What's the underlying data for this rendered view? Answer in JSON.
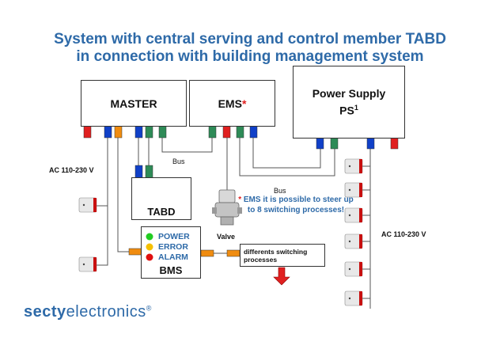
{
  "title": {
    "line1": "System with central serving and control member TABD",
    "line2": "in connection with building management system"
  },
  "boxes": {
    "master": "MASTER",
    "ems": "EMS",
    "ems_star": "*",
    "ps_line1": "Power Supply",
    "ps_line2": "PS",
    "ps_sup": "1",
    "tabd": "TABD",
    "bms": "BMS",
    "switching": "differents switching processes"
  },
  "labels": {
    "ac_left": "AC 110-230 V",
    "ac_right": "AC 110-230 V",
    "bus1": "Bus",
    "bus2": "Bus",
    "valve": "Valve"
  },
  "bms_status": [
    "POWER",
    "ERROR",
    "ALARM"
  ],
  "note": {
    "star": "*",
    "text": "EMS it is possible to steer up to 8 switching processes!"
  },
  "logo": {
    "part1": "secty",
    "part2": "electronics",
    "mark": "®"
  },
  "colors": {
    "title": "#2e6aa8",
    "red": "#e02020",
    "blue": "#1040c8",
    "green": "#2e8b57",
    "orange": "#f08c10",
    "status_power": "#22cc22",
    "status_error": "#f5c000",
    "status_alarm": "#e01010"
  }
}
